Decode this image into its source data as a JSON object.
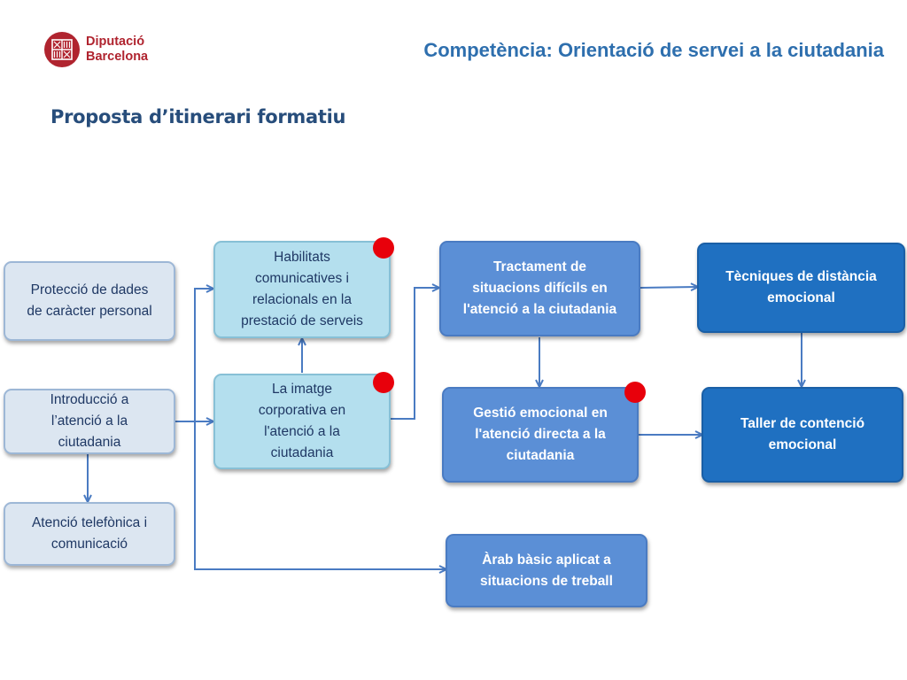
{
  "header": {
    "logo_line1": "Diputació",
    "logo_line2": "Barcelona",
    "title": "Competència: Orientació de servei a la ciutadania"
  },
  "slide": {
    "title": "Proposta d’itinerari formatiu"
  },
  "colors": {
    "brand_red": "#b0242f",
    "header_blue": "#2e6fae",
    "connector": "#4a7bc2",
    "marker_red": "#e8000b"
  },
  "nodes": {
    "proteccio": {
      "lines": [
        "Protecció de dades",
        "de caràcter personal"
      ]
    },
    "introduccio": {
      "lines": [
        "Introducció a",
        "l’atenció a la",
        "ciutadania"
      ]
    },
    "telefonica": {
      "lines": [
        "Atenció telefònica i",
        "comunicació"
      ]
    },
    "habilitats": {
      "lines": [
        "Habilitats",
        "comunicatives i",
        "relacionals en la",
        "prestació de serveis"
      ]
    },
    "imatge": {
      "lines": [
        "La imatge",
        "corporativa en",
        "l'atenció a la",
        "ciutadania"
      ]
    },
    "tractament": {
      "lines": [
        "Tractament de",
        "situacions difícils en",
        "l'atenció a la ciutadania"
      ]
    },
    "gestio": {
      "lines": [
        "Gestió emocional en",
        "l'atenció directa a la",
        "ciutadania"
      ]
    },
    "arab": {
      "lines": [
        "Àrab bàsic aplicat a",
        "situacions de treball"
      ]
    },
    "tecniques": {
      "lines": [
        "Tècniques de distància",
        "emocional"
      ]
    },
    "taller": {
      "lines": [
        "Taller de contenció",
        "emocional"
      ]
    }
  }
}
